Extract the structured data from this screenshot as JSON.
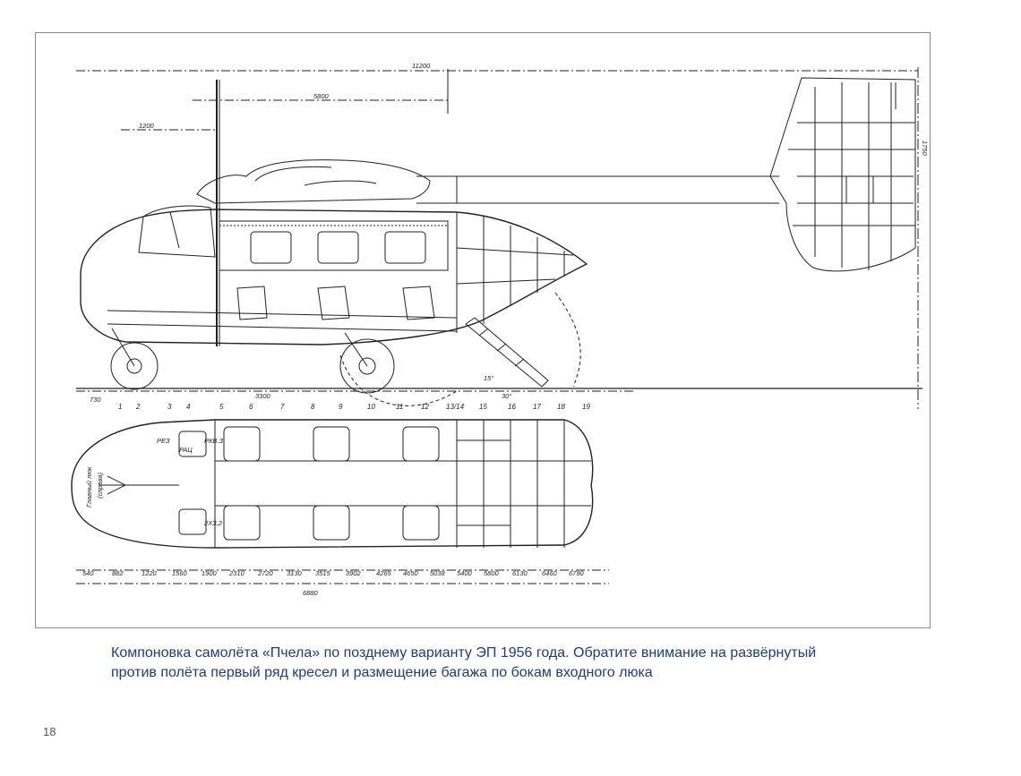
{
  "drawing": {
    "dimensions": {
      "overall_length": "11200",
      "rotor_span": "5800",
      "forward_offset": "1200",
      "tail_height": "1750",
      "wheel_base": "3300",
      "plan_length": "6880",
      "angle_a": "15°",
      "angle_b": "30°"
    },
    "frame_numbers": [
      "1",
      "2",
      "3",
      "4",
      "5",
      "6",
      "7",
      "8",
      "9",
      "10",
      "11",
      "12",
      "13/14",
      "15",
      "16",
      "17",
      "18",
      "19"
    ],
    "front_offset": "730",
    "station_values": [
      "540",
      "882",
      "1220",
      "1560",
      "1900",
      "2310",
      "2720",
      "3130",
      "3515",
      "3902",
      "4265",
      "4650",
      "5038",
      "5400",
      "5800",
      "6130",
      "6460",
      "6790"
    ],
    "plan_labels": {
      "left_panel_a": "Главный люк",
      "left_panel_b": "(справа)",
      "seat_left": "РЕЗ",
      "seat_right": "РКВ.З",
      "mark_a": "РАЦ",
      "mark_b": "2ХЗ,2"
    },
    "line_color": "#222222"
  },
  "caption": {
    "line1": "Компоновка самолёта «Пчела» по позднему варианту ЭП 1956 года. Обратите внимание на развёрнутый",
    "line2": "против полёта первый ряд кресел и размещение багажа по бокам входного люка"
  },
  "page_number": "18"
}
